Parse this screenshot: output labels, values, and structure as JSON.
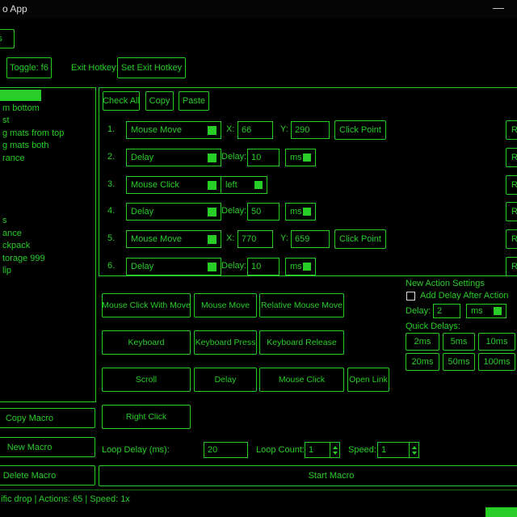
{
  "window": {
    "title": "o App",
    "minimize_glyph": "—"
  },
  "menu": {
    "settings": "ngs"
  },
  "hotkey_bar": {
    "toggle": "Toggle: f6",
    "exit_label": "Exit Hotkey:",
    "set_exit": "Set Exit Hotkey"
  },
  "sidebar": {
    "items": [
      "",
      "m bottom",
      "st",
      "g mats from top",
      "g mats both",
      "rance",
      "",
      "",
      "",
      "",
      "s",
      "ance",
      "ckpack",
      "torage 999",
      "lip"
    ],
    "buttons": {
      "copy": "Copy Macro",
      "new": "New Macro",
      "delete": "Delete Macro"
    }
  },
  "actions_panel": {
    "toolbar": {
      "check_all": "Check All",
      "copy": "Copy",
      "paste": "Paste"
    },
    "rows": [
      {
        "num": "1.",
        "type": "Mouse Move",
        "x_label": "X:",
        "x": "66",
        "y_label": "Y:",
        "y": "290",
        "click_point": "Click Point",
        "remove": "R"
      },
      {
        "num": "2.",
        "type": "Delay",
        "delay_label": "Delay:",
        "delay": "10",
        "unit": "ms",
        "remove": "R"
      },
      {
        "num": "3.",
        "type": "Mouse Click",
        "button": "left",
        "remove": "R"
      },
      {
        "num": "4.",
        "type": "Delay",
        "delay_label": "Delay:",
        "delay": "50",
        "unit": "ms",
        "remove": "R"
      },
      {
        "num": "5.",
        "type": "Mouse Move",
        "x_label": "X:",
        "x": "770",
        "y_label": "Y:",
        "y": "659",
        "click_point": "Click Point",
        "remove": "R"
      },
      {
        "num": "6.",
        "type": "Delay",
        "delay_label": "Delay:",
        "delay": "10",
        "unit": "ms",
        "remove": "R"
      }
    ]
  },
  "add_action_buttons": {
    "r1": [
      "Mouse Click With Move",
      "Mouse Move",
      "Relative Mouse Move"
    ],
    "r2": [
      "Keyboard",
      "Keyboard Press",
      "Keyboard Release"
    ],
    "r3": [
      "Scroll",
      "Delay",
      "Mouse Click",
      "Open Link"
    ],
    "r4": [
      "Right Click"
    ]
  },
  "new_action_settings": {
    "title": "New Action Settings",
    "add_delay": "Add Delay After Action",
    "delay_label": "Delay:",
    "delay_value": "2",
    "unit": "ms",
    "quick_label": "Quick Delays:",
    "quick": [
      "2ms",
      "5ms",
      "10ms",
      "20ms",
      "50ms",
      "100ms"
    ]
  },
  "loop_bar": {
    "delay_label": "Loop Delay (ms):",
    "delay_value": "20",
    "count_label": "Loop Count:",
    "count_value": "1",
    "speed_label": "Speed:",
    "speed_value": "1"
  },
  "start_button": "Start Macro",
  "status_bar": {
    "text": "ific drop | Actions: 65 | Speed: 1x"
  },
  "colors": {
    "accent_green": "#28cd28",
    "title_text": "#dcdcdc"
  }
}
